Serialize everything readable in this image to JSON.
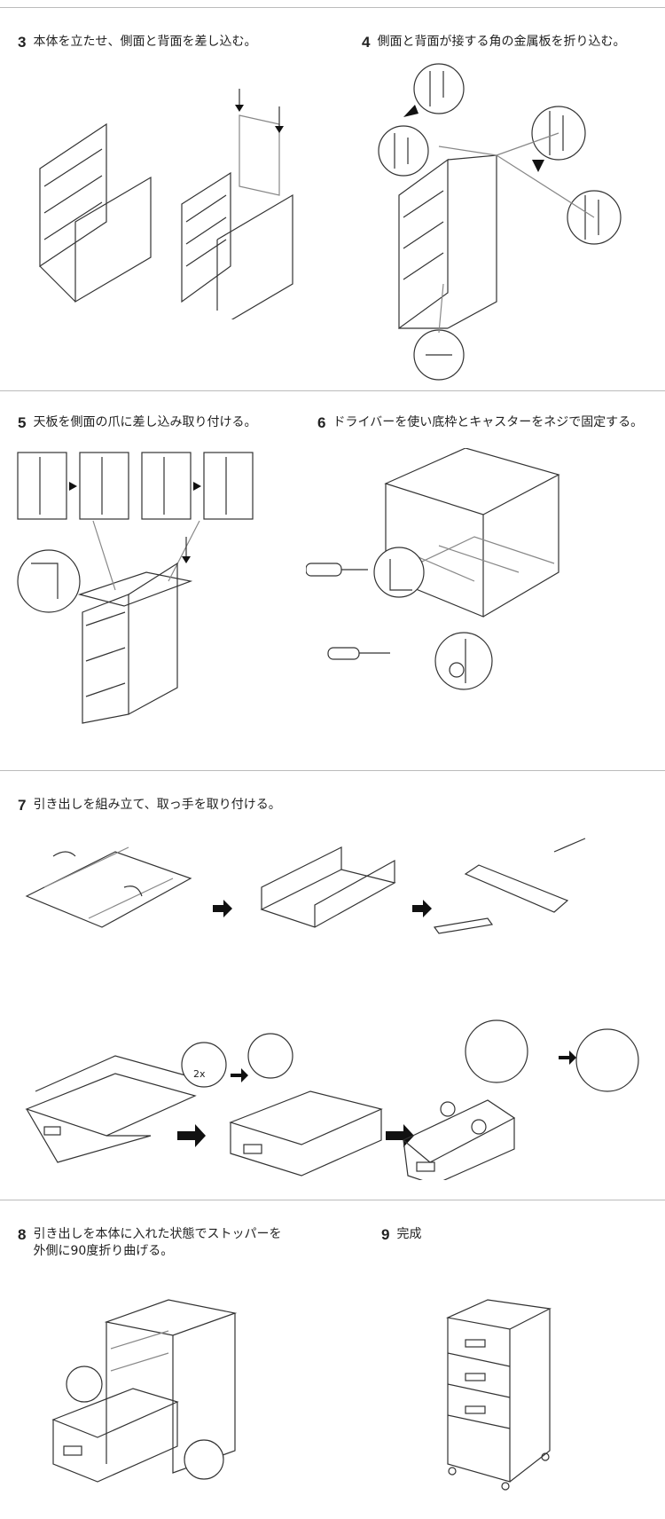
{
  "steps": [
    {
      "number": "3",
      "text": "本体を立たせ、側面と背面を差し込む。"
    },
    {
      "number": "4",
      "text": "側面と背面が接する角の金属板を折り込む。"
    },
    {
      "number": "5",
      "text": "天板を側面の爪に差し込み取り付ける。"
    },
    {
      "number": "6",
      "text": "ドライバーを使い底枠とキャスターをネジで固定する。"
    },
    {
      "number": "7",
      "text": "引き出しを組み立て、取っ手を取り付ける。"
    },
    {
      "number": "8",
      "text": "引き出しを本体に入れた状態でストッパーを",
      "text2": "外側に90度折り曲げる。"
    },
    {
      "number": "9",
      "text": "完成"
    }
  ],
  "labels": {
    "quantity": "2x"
  }
}
